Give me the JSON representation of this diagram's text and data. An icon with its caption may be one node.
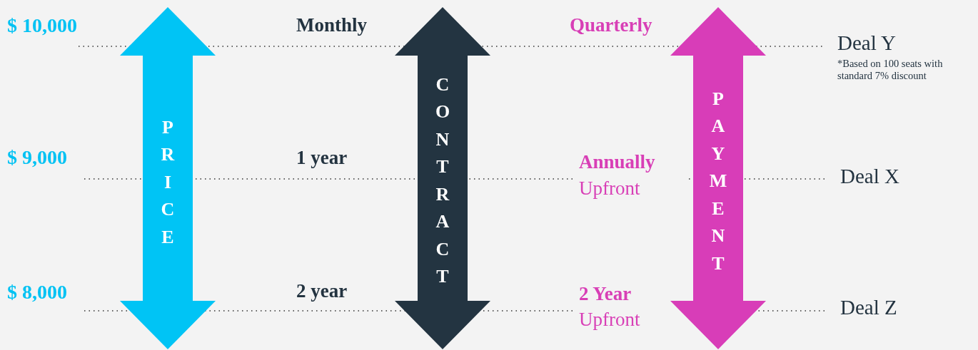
{
  "diagram": {
    "nodes": [
      {
        "text": [
          "PRICE"
        ]
      },
      {
        "text": [
          "CONTRACT"
        ]
      },
      {
        "text": [
          "PAYMENT"
        ]
      }
    ],
    "labels": [
      "$ 10,000",
      "Monthly",
      "Quarterly",
      "Deal Y",
      "*Based on 100 seats with standard 7% discount",
      "$ 9,000",
      "1 year",
      "Annually",
      "Upfront",
      "Deal X",
      "$ 8,000",
      "2 year",
      "2 Year",
      "Upfront",
      "Deal Z"
    ]
  }
}
